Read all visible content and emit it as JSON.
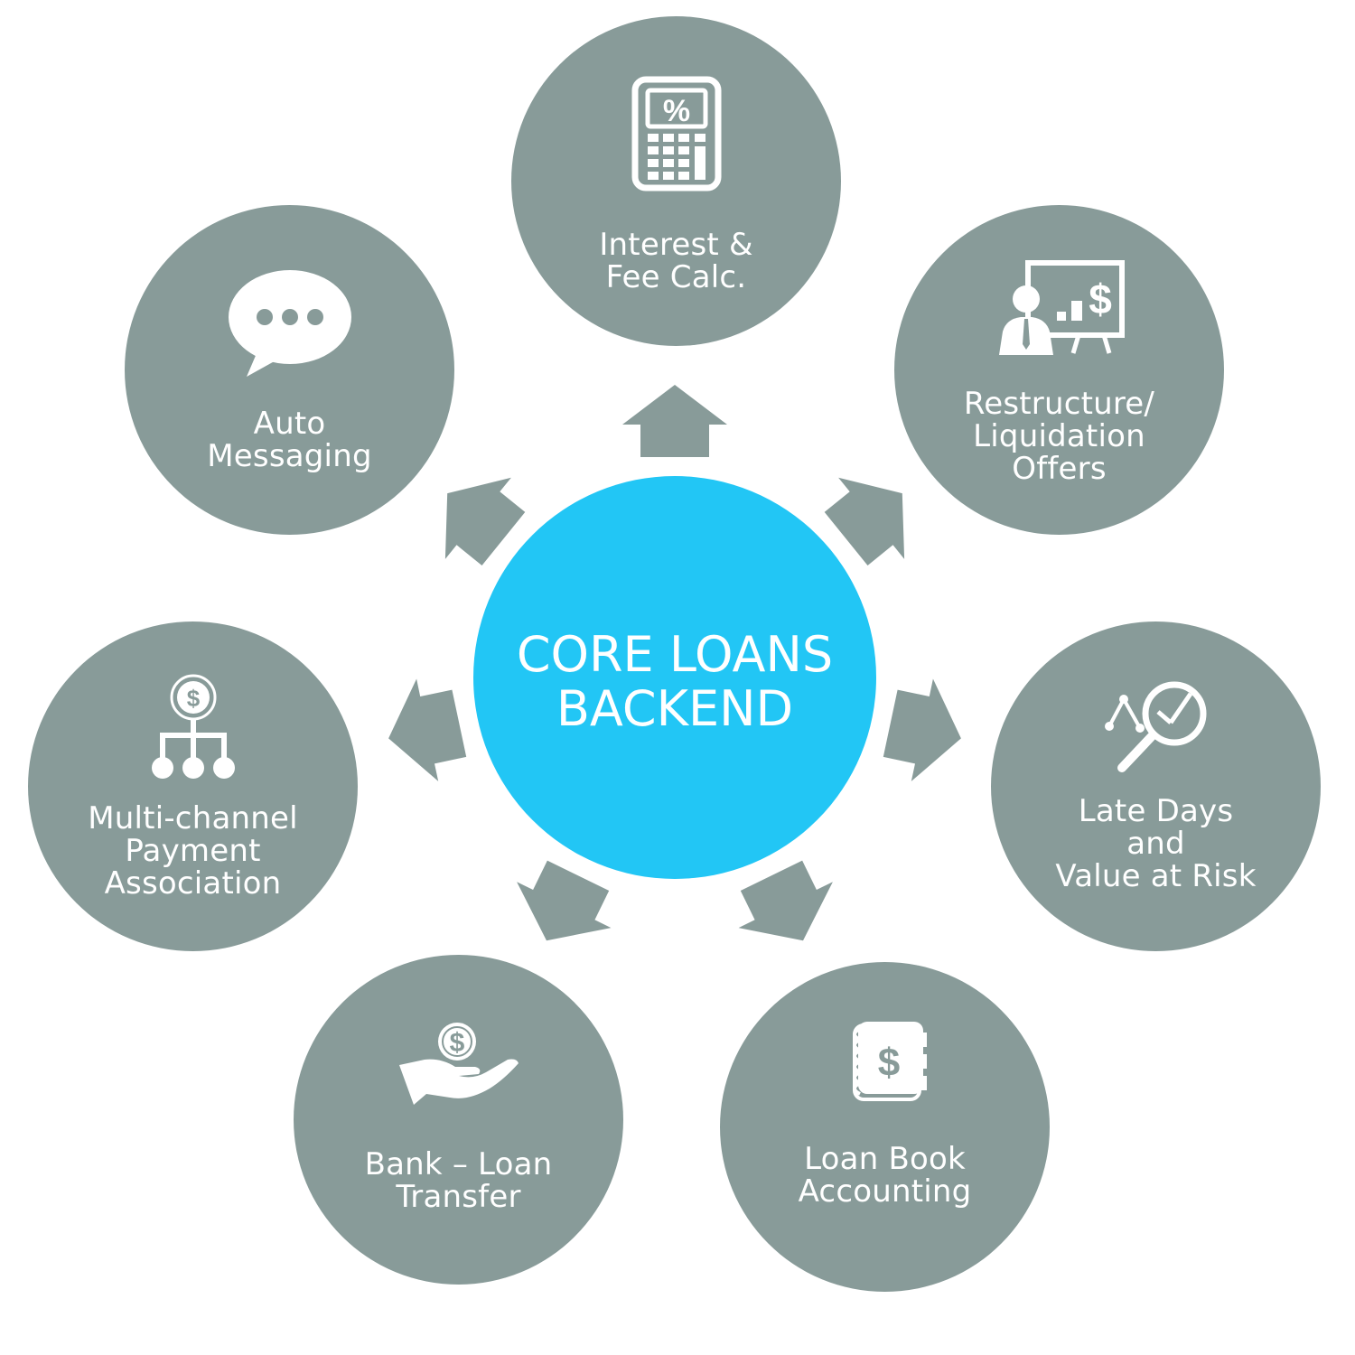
{
  "center": {
    "lines": [
      "CORE LOANS",
      "BACKEND"
    ]
  },
  "nodes": [
    {
      "id": "interest-fee-calc",
      "lines": [
        "Interest &",
        "Fee Calc."
      ],
      "icon": "calculator-percent-icon"
    },
    {
      "id": "restructure-liquidation-offers",
      "lines": [
        "Restructure/",
        "Liquidation",
        "Offers"
      ],
      "icon": "presenter-chart-dollar-icon"
    },
    {
      "id": "late-days-value-at-risk",
      "lines": [
        "Late Days",
        "and",
        "Value at Risk"
      ],
      "icon": "magnifier-chart-icon"
    },
    {
      "id": "loan-book-accounting",
      "lines": [
        "Loan Book",
        "Accounting"
      ],
      "icon": "dollar-notebook-icon"
    },
    {
      "id": "bank-loan-transfer",
      "lines": [
        "Bank – Loan",
        "Transfer"
      ],
      "icon": "hand-coin-icon"
    },
    {
      "id": "multi-channel-payment-association",
      "lines": [
        "Multi-channel",
        "Payment",
        "Association"
      ],
      "icon": "dollar-hierarchy-icon"
    },
    {
      "id": "auto-messaging",
      "lines": [
        "Auto",
        "Messaging"
      ],
      "icon": "speech-bubble-icon"
    }
  ],
  "colors": {
    "center": "#22c6f5",
    "node": "#889b99",
    "arrow": "#889b99",
    "text": "#ffffff"
  }
}
